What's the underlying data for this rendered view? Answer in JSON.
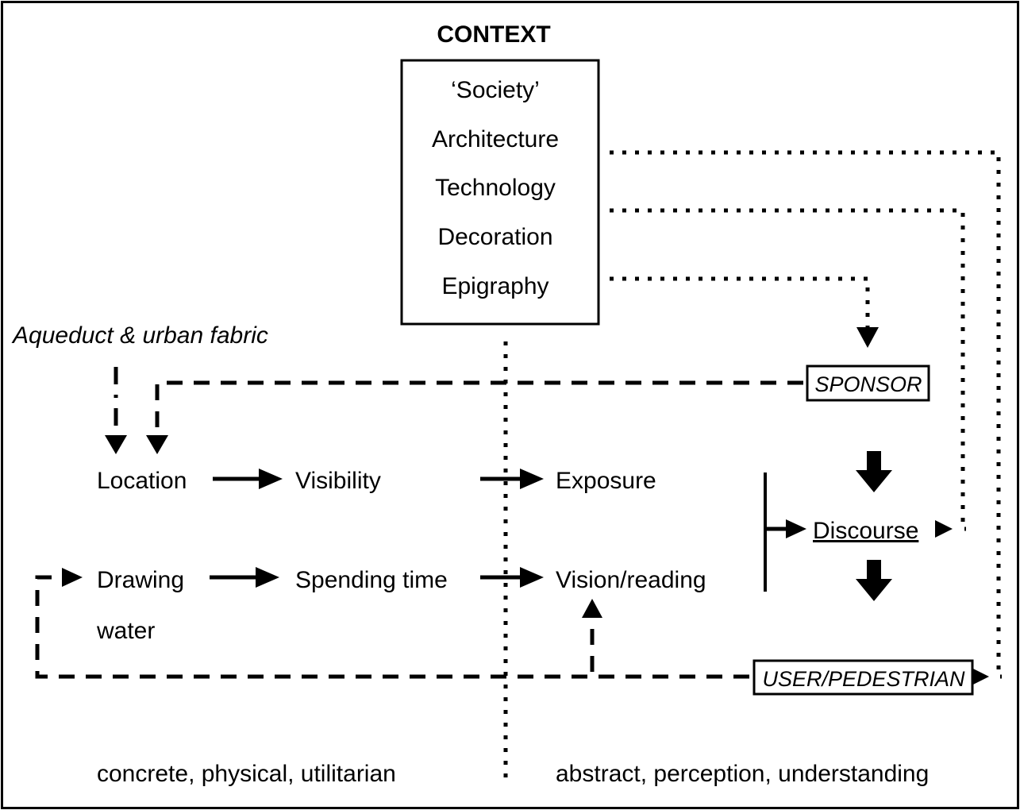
{
  "diagram": {
    "title": "CONTEXT",
    "outer_border_color": "#000000",
    "ink_color": "#000000",
    "background_color": "#ffffff"
  },
  "context_box": {
    "items": [
      "‘Society’",
      "Architecture",
      "Technology",
      "Decoration",
      "Epigraphy"
    ]
  },
  "left_annotation": {
    "label": "Aqueduct & urban fabric"
  },
  "flow": {
    "row_top": [
      "Location",
      "Visibility",
      "Exposure"
    ],
    "row_bottom": [
      "Drawing",
      "Spending time",
      "Vision/reading"
    ],
    "extra_label": "water"
  },
  "actors": {
    "sponsor": "SPONSOR",
    "discourse": "Discourse",
    "user": "USER/PEDESTRIAN"
  },
  "footer": {
    "left": "concrete, physical, utilitarian",
    "right": "abstract, perception, understanding"
  }
}
